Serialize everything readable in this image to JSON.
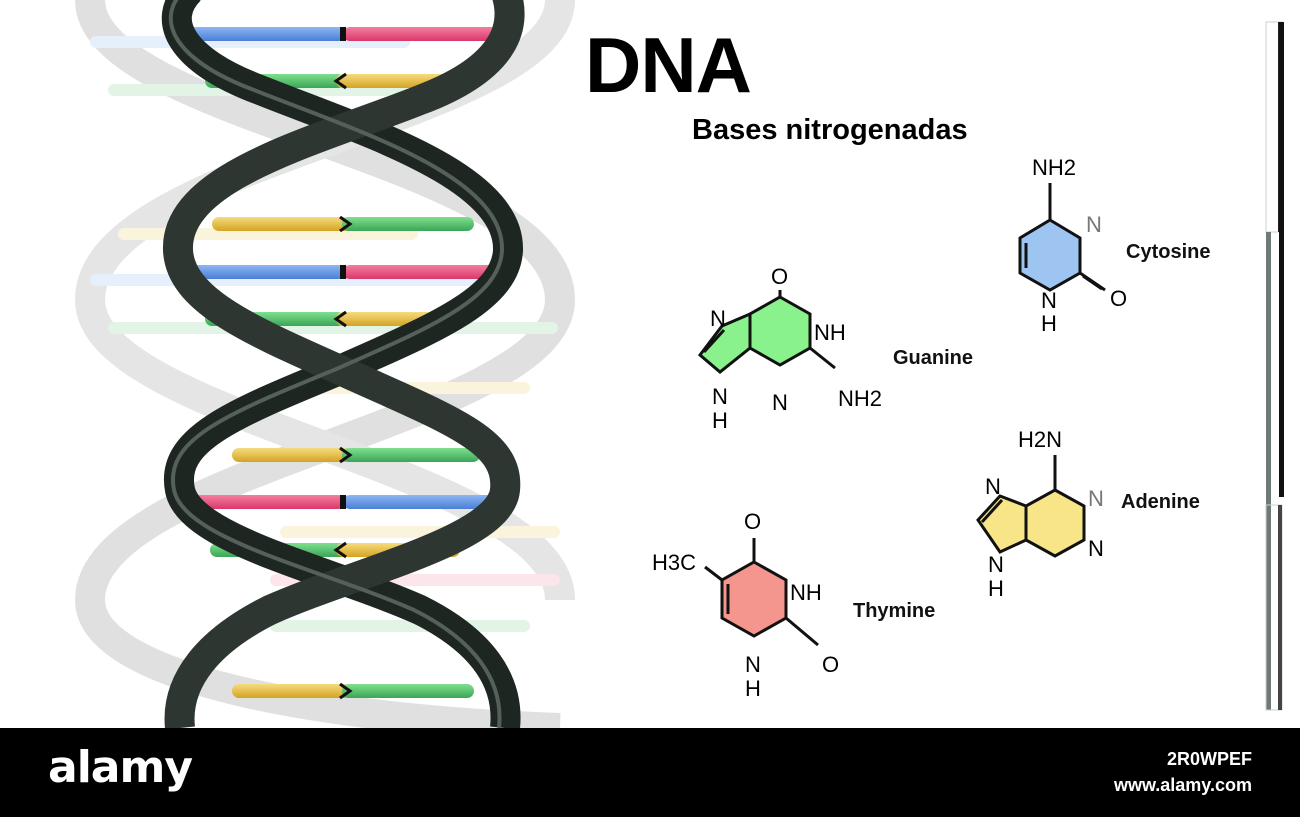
{
  "title": "DNA",
  "subtitle": "Bases nitrogenadas",
  "bases": {
    "cytosine": {
      "name": "Cytosine",
      "color": "#9ec4f2",
      "labels": {
        "top": "NH2",
        "ring_n": "N",
        "nh_top": "N",
        "nh_bot": "H",
        "o": "O"
      }
    },
    "guanine": {
      "name": "Guanine",
      "color": "#8af28d",
      "labels": {
        "o": "O",
        "nh": "NH",
        "n_left": "N",
        "nh_left_n": "N",
        "nh_left_h": "H",
        "n_bottom": "N",
        "nh2": "NH2"
      }
    },
    "adenine": {
      "name": "Adenine",
      "color": "#f7e587",
      "labels": {
        "h2n": "H2N",
        "n_left": "N",
        "n_right_top": "N",
        "n_right_bottom": "N",
        "nh_n": "N",
        "nh_h": "H"
      }
    },
    "thymine": {
      "name": "Thymine",
      "color": "#f4968d",
      "labels": {
        "o": "O",
        "h3c": "H3C",
        "nh": "NH",
        "o2": "O",
        "n": "N",
        "h": "H"
      }
    }
  },
  "colors": {
    "helix": "#27302c",
    "blue": "#5b8fe0",
    "red": "#e34b76",
    "green": "#4fbf6a",
    "yellow": "#e5b93a"
  },
  "footer": {
    "brand": "alamy",
    "image_id": "2R0WPEF",
    "site": "www.alamy.com"
  }
}
